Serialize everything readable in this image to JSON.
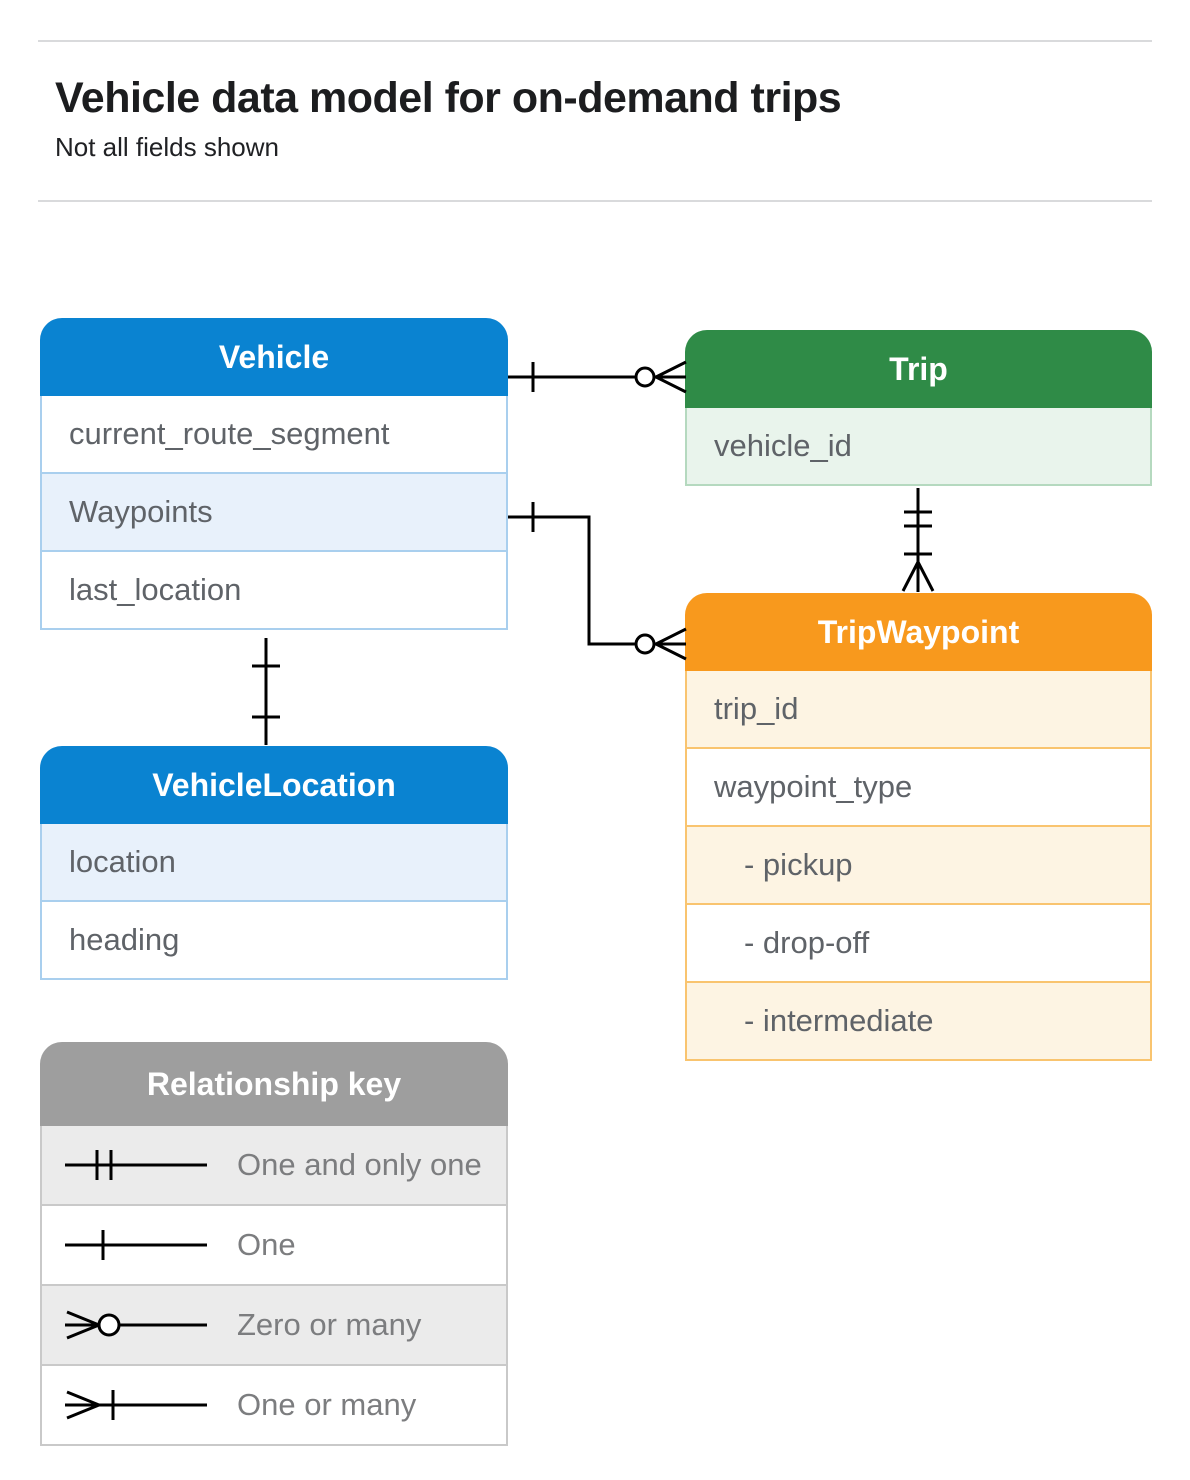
{
  "page": {
    "title": "Vehicle data model for on-demand trips",
    "subtitle": "Not all fields shown"
  },
  "tables": {
    "vehicle": {
      "title": "Vehicle",
      "fields": [
        "current_route_segment",
        "Waypoints",
        "last_location"
      ]
    },
    "trip": {
      "title": "Trip",
      "fields": [
        "vehicle_id"
      ]
    },
    "trip_waypoint": {
      "title": "TripWaypoint",
      "fields": [
        "trip_id",
        "waypoint_type",
        "- pickup",
        "- drop-off",
        "- intermediate"
      ]
    },
    "vehicle_location": {
      "title": "VehicleLocation",
      "fields": [
        "location",
        "heading"
      ]
    }
  },
  "legend": {
    "title": "Relationship key",
    "items": [
      {
        "icon": "one-and-only-one-icon",
        "label": "One and only one"
      },
      {
        "icon": "one-icon",
        "label": "One"
      },
      {
        "icon": "zero-or-many-icon",
        "label": "Zero or many"
      },
      {
        "icon": "one-or-many-icon",
        "label": "One or many"
      }
    ]
  },
  "relationships": [
    {
      "from": "Vehicle",
      "to": "Trip",
      "from_cardinality": "one",
      "to_cardinality": "zero-or-many"
    },
    {
      "from": "Vehicle.Waypoints",
      "to": "TripWaypoint",
      "from_cardinality": "one",
      "to_cardinality": "zero-or-many"
    },
    {
      "from": "Trip.vehicle_id",
      "to": "TripWaypoint",
      "from_cardinality": "one-and-only-one",
      "to_cardinality": "one-or-many"
    },
    {
      "from": "Vehicle.last_location",
      "to": "VehicleLocation",
      "from_cardinality": "one",
      "to_cardinality": "one"
    }
  ],
  "colors": {
    "blue_header": "#0a83d1",
    "blue_row_tint": "#e8f1fb",
    "blue_border": "#a9cfee",
    "green_header": "#2f8b47",
    "green_row_tint": "#e9f4ec",
    "green_border": "#b5d9bf",
    "orange_header": "#f8991d",
    "orange_row_tint": "#fdf4e3",
    "orange_border": "#f9c46f",
    "gray_header": "#9e9e9e",
    "gray_row_tint": "#ebebeb",
    "field_text": "#5f6368",
    "title_text": "#1c1d1f",
    "divider": "#d9dadc",
    "connector": "#000000"
  }
}
